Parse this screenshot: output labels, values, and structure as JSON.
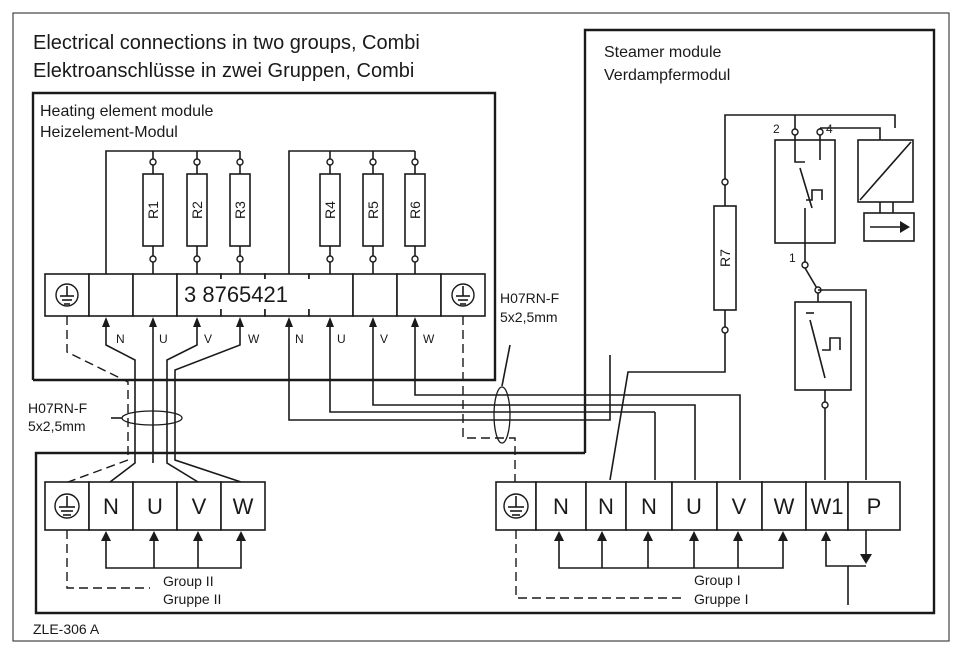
{
  "header": {
    "title_en": "Electrical connections in two groups, Combi",
    "title_de": "Elektroanschlüsse in zwei Gruppen, Combi"
  },
  "heating_module": {
    "label_en": "Heating element module",
    "label_de": "Heizelement-Modul",
    "resistors": [
      "R1",
      "R2",
      "R3",
      "R4",
      "R5",
      "R6"
    ],
    "terminal_numbers": "3 8765421",
    "phase_labels": [
      "N",
      "U",
      "V",
      "W",
      "N",
      "U",
      "V",
      "W"
    ]
  },
  "steamer_module": {
    "label_en": "Steamer module",
    "label_de": "Verdampfermodul",
    "resistor": "R7",
    "switch_pins": [
      "2",
      "4",
      "1"
    ]
  },
  "cables": {
    "cable_left_line1": "H07RN-F",
    "cable_left_line2": "5x2,5mm",
    "cable_right_line1": "H07RN-F",
    "cable_right_line2": "5x2,5mm"
  },
  "terminal_group_ii": {
    "terminals": [
      "N",
      "U",
      "V",
      "W"
    ],
    "label_en": "Group II",
    "label_de": "Gruppe II"
  },
  "terminal_group_i": {
    "terminals": [
      "N",
      "N",
      "N",
      "U",
      "V",
      "W",
      "W1",
      "P"
    ],
    "label_en": "Group I",
    "label_de": "Gruppe I"
  },
  "footer": {
    "code": "ZLE-306 A"
  }
}
